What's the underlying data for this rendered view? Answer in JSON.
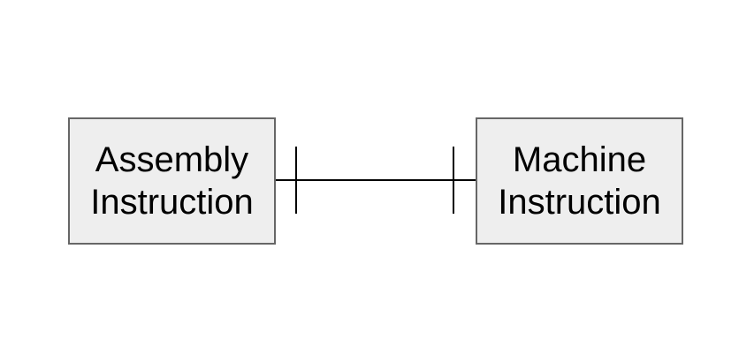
{
  "diagram": {
    "colors": {
      "background": "#ffffff",
      "node_fill": "#eeeeee",
      "node_border": "#666666",
      "connector": "#000000",
      "text": "#000000"
    },
    "nodes": [
      {
        "id": "assembly-instruction",
        "label": "Assembly\nInstruction"
      },
      {
        "id": "machine-instruction",
        "label": "Machine\nInstruction"
      }
    ],
    "connector": {
      "style": "straight-line",
      "ends": [
        "one-tick",
        "one-tick"
      ],
      "notation": "one-to-one"
    }
  }
}
